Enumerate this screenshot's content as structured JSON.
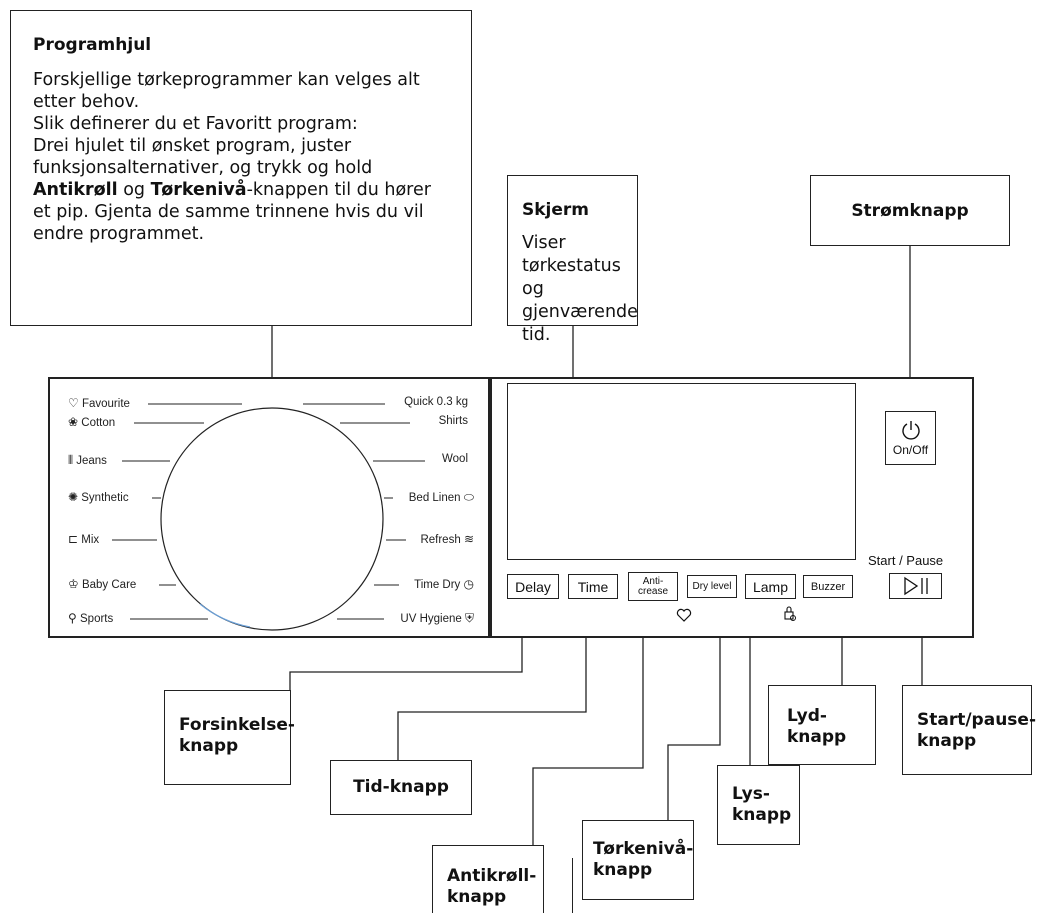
{
  "callouts": {
    "program_wheel": {
      "title": "Programhjul",
      "line1": "Forskjellige tørkeprogrammer kan velges alt etter behov.",
      "line2": "Slik definerer du et Favoritt program:",
      "line3_pre": "Drei hjulet til ønsket program, juster funksjonsalternativer, og trykk og hold ",
      "bold1": "Antikrøll",
      "mid": " og ",
      "bold2": "Tørkenivå",
      "line3_post": "-knappen til du hører et pip. Gjenta de samme trinnene hvis du vil endre programmet."
    },
    "screen": {
      "title": "Skjerm",
      "text": "Viser tørkestatus og gjenværende tid."
    },
    "power": {
      "title": "Strømknapp"
    }
  },
  "programs_left": [
    {
      "label": "Favourite",
      "icon": "heart-icon",
      "glyph": "♡"
    },
    {
      "label": "Cotton",
      "icon": "cotton-icon",
      "glyph": "❀"
    },
    {
      "label": "Jeans",
      "icon": "jeans-icon",
      "glyph": "⫴"
    },
    {
      "label": "Synthetic",
      "icon": "synthetic-icon",
      "glyph": "✺"
    },
    {
      "label": "Mix",
      "icon": "mix-icon",
      "glyph": "⊏"
    },
    {
      "label": "Baby Care",
      "icon": "baby-care-icon",
      "glyph": "♔"
    },
    {
      "label": "Sports",
      "icon": "sports-icon",
      "glyph": "⚲"
    }
  ],
  "programs_right": [
    {
      "label": "Quick 0.3 kg",
      "icon": "",
      "glyph": ""
    },
    {
      "label": "Shirts",
      "icon": "",
      "glyph": ""
    },
    {
      "label": "Wool",
      "icon": "",
      "glyph": ""
    },
    {
      "label": "Bed Linen",
      "icon": "bed-linen-icon",
      "glyph": "⬭"
    },
    {
      "label": "Refresh",
      "icon": "refresh-icon",
      "glyph": "≋"
    },
    {
      "label": "Time Dry",
      "icon": "clock-icon",
      "glyph": "◷"
    },
    {
      "label": "UV Hygiene",
      "icon": "shield-icon",
      "glyph": "⛨"
    }
  ],
  "panel": {
    "buttons": {
      "delay": "Delay",
      "time": "Time",
      "anti_crease_1": "Anti-",
      "anti_crease_2": "crease",
      "dry_level": "Dry level",
      "lamp": "Lamp",
      "buzzer": "Buzzer",
      "on_off": "On/Off",
      "start_pause_label": "Start / Pause"
    },
    "icons": {
      "power": "power-icon",
      "play_pause": "play-pause-icon",
      "favourite_link": "heart-icon",
      "child_lock": "child-lock-icon"
    }
  },
  "labels": {
    "delay": "Forsinkelse-knapp",
    "time": "Tid-knapp",
    "anti_crease": "Antikrøll-knapp",
    "dry_level": "Tørkenivå-knapp",
    "lamp": "Lys-knapp",
    "buzzer": "Lyd-knapp",
    "start_pause": "Start/pause-knapp"
  },
  "labels_split": {
    "delay_1": "Forsinkelse-",
    "delay_2": "knapp",
    "anti_1": "Antikrøll-",
    "anti_2": "knapp",
    "dry_1": "Tørkenivå-",
    "dry_2": "knapp",
    "lamp_1": "Lys-",
    "lamp_2": "knapp",
    "buzzer_1": "Lyd-",
    "buzzer_2": "knapp",
    "start_1": "Start/pause-",
    "start_2": "knapp"
  }
}
